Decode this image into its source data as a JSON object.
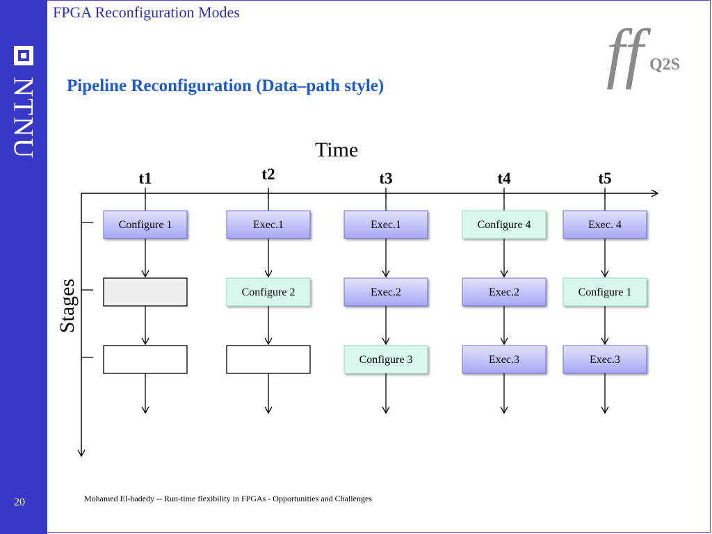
{
  "header": {
    "title": "FPGA Reconfiguration Modes"
  },
  "sidebar": {
    "brand": "NTNU",
    "slide_number": "20"
  },
  "logo": {
    "mark": "ff",
    "text": "Q2S"
  },
  "subtitle": "Pipeline Reconfiguration (Data–path style)",
  "diagram": {
    "time_label": "Time",
    "stages_label": "Stages",
    "time_steps": [
      "t1",
      "t2",
      "t3",
      "t4",
      "t5"
    ],
    "grid": [
      [
        {
          "label": "Configure 1",
          "kind": "exec"
        },
        {
          "label": "",
          "kind": "idle"
        },
        {
          "label": "",
          "kind": "empty"
        }
      ],
      [
        {
          "label": "Exec.1",
          "kind": "exec"
        },
        {
          "label": "Configure 2",
          "kind": "config"
        },
        {
          "label": "",
          "kind": "empty"
        }
      ],
      [
        {
          "label": "Exec.1",
          "kind": "exec"
        },
        {
          "label": "Exec.2",
          "kind": "exec"
        },
        {
          "label": "Configure 3",
          "kind": "config"
        }
      ],
      [
        {
          "label": "Configure 4",
          "kind": "config"
        },
        {
          "label": "Exec.2",
          "kind": "exec"
        },
        {
          "label": "Exec.3",
          "kind": "exec"
        }
      ],
      [
        {
          "label": "Exec. 4",
          "kind": "exec"
        },
        {
          "label": "Configure 1",
          "kind": "config"
        },
        {
          "label": "Exec.3",
          "kind": "exec"
        }
      ]
    ],
    "colors": {
      "exec_fill": "#a7a7f5",
      "exec_fill_light": "#e2e2fc",
      "config_fill": "#d8f8ee",
      "idle_fill": "#efefef",
      "empty_fill": "#ffffff"
    }
  },
  "footer": "Mohamed El-hadedy -- Run-time flexibility in FPGAs - Opportunities and Challenges"
}
